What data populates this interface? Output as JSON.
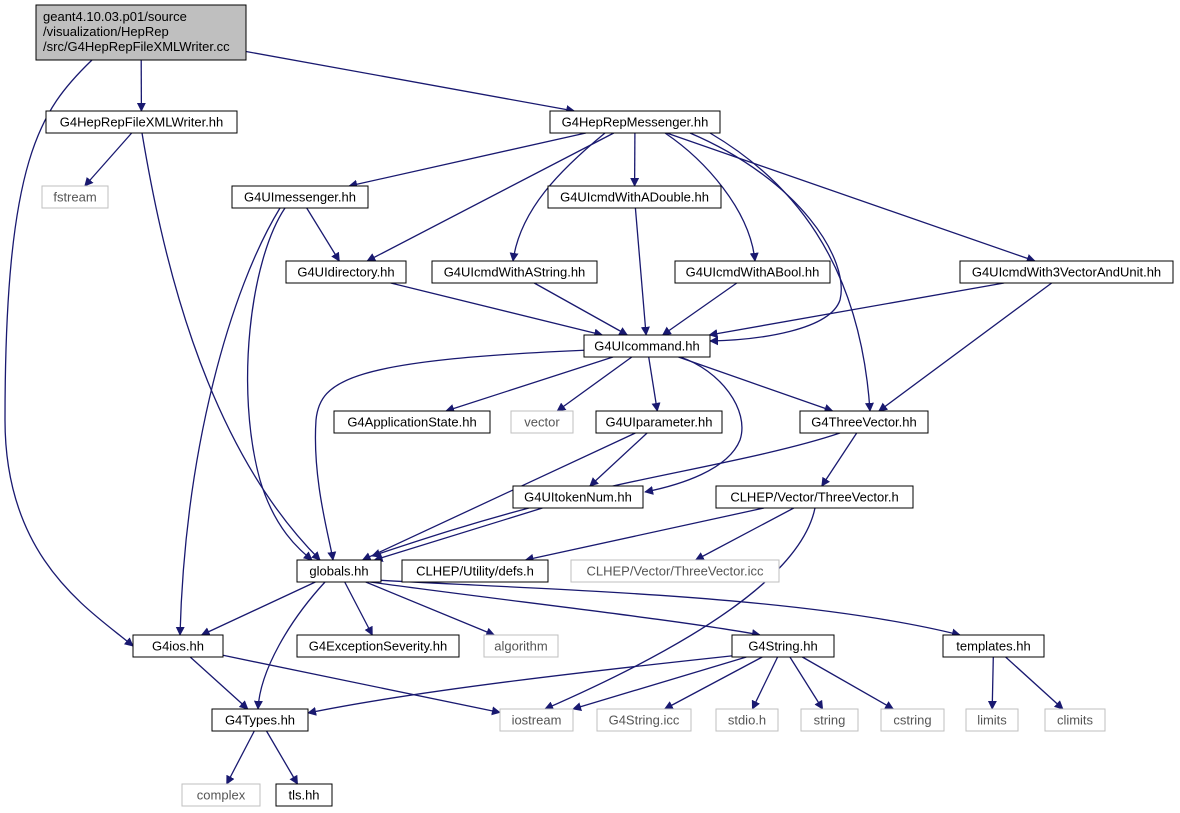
{
  "colors": {
    "edge": "#191970",
    "root_fill": "#bfbfbf",
    "box_border": "#000000",
    "ext_border": "#bfbfbf",
    "ext_text": "#555555"
  },
  "nodes": [
    {
      "id": "root",
      "lines": [
        "geant4.10.03.p01/source",
        "/visualization/HepRep",
        "/src/G4HepRepFileXMLWriter.cc"
      ],
      "kind": "root"
    },
    {
      "id": "writer_hh",
      "lines": [
        "G4HepRepFileXMLWriter.hh"
      ],
      "kind": "header"
    },
    {
      "id": "messenger_hh",
      "lines": [
        "G4HepRepMessenger.hh"
      ],
      "kind": "header"
    },
    {
      "id": "fstream",
      "lines": [
        "fstream"
      ],
      "kind": "external"
    },
    {
      "id": "uimessenger",
      "lines": [
        "G4UImessenger.hh"
      ],
      "kind": "header"
    },
    {
      "id": "cmd_double",
      "lines": [
        "G4UIcmdWithADouble.hh"
      ],
      "kind": "header"
    },
    {
      "id": "uidirectory",
      "lines": [
        "G4UIdirectory.hh"
      ],
      "kind": "header"
    },
    {
      "id": "cmd_string",
      "lines": [
        "G4UIcmdWithAString.hh"
      ],
      "kind": "header"
    },
    {
      "id": "cmd_bool",
      "lines": [
        "G4UIcmdWithABool.hh"
      ],
      "kind": "header"
    },
    {
      "id": "cmd_3vec",
      "lines": [
        "G4UIcmdWith3VectorAndUnit.hh"
      ],
      "kind": "header"
    },
    {
      "id": "uicommand",
      "lines": [
        "G4UIcommand.hh"
      ],
      "kind": "header"
    },
    {
      "id": "appstate",
      "lines": [
        "G4ApplicationState.hh"
      ],
      "kind": "header"
    },
    {
      "id": "vector",
      "lines": [
        "vector"
      ],
      "kind": "external"
    },
    {
      "id": "uiparameter",
      "lines": [
        "G4UIparameter.hh"
      ],
      "kind": "header"
    },
    {
      "id": "threevector",
      "lines": [
        "G4ThreeVector.hh"
      ],
      "kind": "header"
    },
    {
      "id": "tokennum",
      "lines": [
        "G4UItokenNum.hh"
      ],
      "kind": "header"
    },
    {
      "id": "clhep_3v",
      "lines": [
        "CLHEP/Vector/ThreeVector.h"
      ],
      "kind": "header"
    },
    {
      "id": "globals",
      "lines": [
        "globals.hh"
      ],
      "kind": "header"
    },
    {
      "id": "clhep_defs",
      "lines": [
        "CLHEP/Utility/defs.h"
      ],
      "kind": "header"
    },
    {
      "id": "clhep_icc",
      "lines": [
        "CLHEP/Vector/ThreeVector.icc"
      ],
      "kind": "external"
    },
    {
      "id": "g4ios",
      "lines": [
        "G4ios.hh"
      ],
      "kind": "header"
    },
    {
      "id": "excsev",
      "lines": [
        "G4ExceptionSeverity.hh"
      ],
      "kind": "header"
    },
    {
      "id": "algorithm",
      "lines": [
        "algorithm"
      ],
      "kind": "external"
    },
    {
      "id": "g4string",
      "lines": [
        "G4String.hh"
      ],
      "kind": "header"
    },
    {
      "id": "templates",
      "lines": [
        "templates.hh"
      ],
      "kind": "header"
    },
    {
      "id": "g4types",
      "lines": [
        "G4Types.hh"
      ],
      "kind": "header"
    },
    {
      "id": "iostream",
      "lines": [
        "iostream"
      ],
      "kind": "external"
    },
    {
      "id": "g4string_icc",
      "lines": [
        "G4String.icc"
      ],
      "kind": "external"
    },
    {
      "id": "stdio",
      "lines": [
        "stdio.h"
      ],
      "kind": "external"
    },
    {
      "id": "string",
      "lines": [
        "string"
      ],
      "kind": "external"
    },
    {
      "id": "cstring",
      "lines": [
        "cstring"
      ],
      "kind": "external"
    },
    {
      "id": "limits",
      "lines": [
        "limits"
      ],
      "kind": "external"
    },
    {
      "id": "climits",
      "lines": [
        "climits"
      ],
      "kind": "external"
    },
    {
      "id": "complex",
      "lines": [
        "complex"
      ],
      "kind": "external"
    },
    {
      "id": "tls",
      "lines": [
        "tls.hh"
      ],
      "kind": "header"
    }
  ],
  "edges": [
    [
      "root",
      "writer_hh"
    ],
    [
      "root",
      "messenger_hh"
    ],
    [
      "root",
      "g4ios"
    ],
    [
      "writer_hh",
      "fstream"
    ],
    [
      "writer_hh",
      "globals"
    ],
    [
      "messenger_hh",
      "uimessenger"
    ],
    [
      "messenger_hh",
      "uidirectory"
    ],
    [
      "messenger_hh",
      "cmd_string"
    ],
    [
      "messenger_hh",
      "cmd_double"
    ],
    [
      "messenger_hh",
      "cmd_bool"
    ],
    [
      "messenger_hh",
      "cmd_3vec"
    ],
    [
      "messenger_hh",
      "uicommand"
    ],
    [
      "messenger_hh",
      "threevector"
    ],
    [
      "uimessenger",
      "uidirectory"
    ],
    [
      "uimessenger",
      "globals"
    ],
    [
      "uimessenger",
      "g4ios"
    ],
    [
      "uidirectory",
      "uicommand"
    ],
    [
      "cmd_string",
      "uicommand"
    ],
    [
      "cmd_double",
      "uicommand"
    ],
    [
      "cmd_bool",
      "uicommand"
    ],
    [
      "cmd_3vec",
      "uicommand"
    ],
    [
      "cmd_3vec",
      "threevector"
    ],
    [
      "uicommand",
      "appstate"
    ],
    [
      "uicommand",
      "vector"
    ],
    [
      "uicommand",
      "uiparameter"
    ],
    [
      "uicommand",
      "threevector"
    ],
    [
      "uicommand",
      "tokennum"
    ],
    [
      "uicommand",
      "globals"
    ],
    [
      "uiparameter",
      "tokennum"
    ],
    [
      "uiparameter",
      "globals"
    ],
    [
      "tokennum",
      "globals"
    ],
    [
      "threevector",
      "globals"
    ],
    [
      "threevector",
      "clhep_3v"
    ],
    [
      "clhep_3v",
      "clhep_defs"
    ],
    [
      "clhep_3v",
      "clhep_icc"
    ],
    [
      "clhep_3v",
      "iostream"
    ],
    [
      "globals",
      "g4ios"
    ],
    [
      "globals",
      "excsev"
    ],
    [
      "globals",
      "algorithm"
    ],
    [
      "globals",
      "g4string"
    ],
    [
      "globals",
      "templates"
    ],
    [
      "globals",
      "g4types"
    ],
    [
      "g4ios",
      "g4types"
    ],
    [
      "g4ios",
      "iostream"
    ],
    [
      "g4string",
      "g4types"
    ],
    [
      "g4string",
      "iostream"
    ],
    [
      "g4string",
      "g4string_icc"
    ],
    [
      "g4string",
      "stdio"
    ],
    [
      "g4string",
      "string"
    ],
    [
      "g4string",
      "cstring"
    ],
    [
      "templates",
      "limits"
    ],
    [
      "templates",
      "climits"
    ],
    [
      "g4types",
      "complex"
    ],
    [
      "g4types",
      "tls"
    ]
  ]
}
